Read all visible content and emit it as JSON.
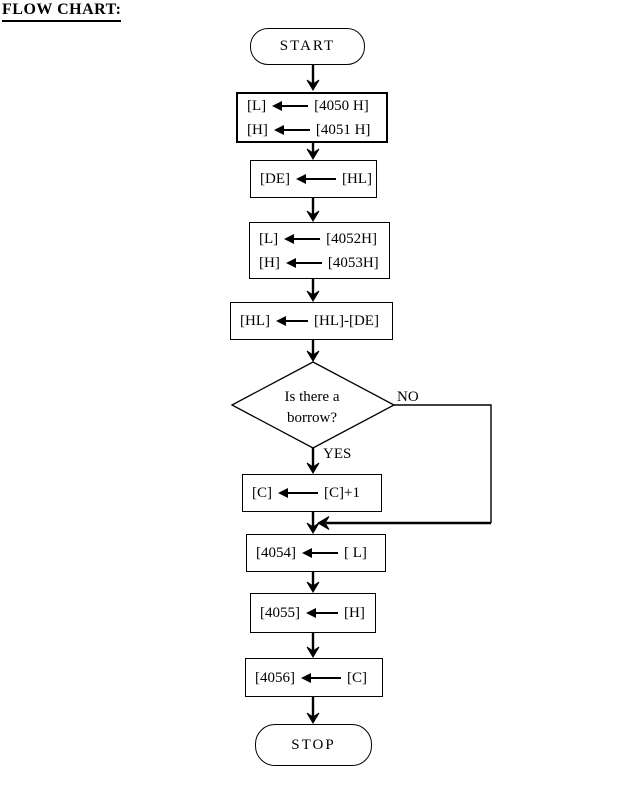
{
  "title": "FLOW CHART:",
  "terminals": {
    "start": "START",
    "stop": "STOP"
  },
  "boxes": [
    {
      "rows": [
        {
          "left": "[L]",
          "right": "[4050 H]"
        },
        {
          "left": "[H]",
          "right": "[4051 H]"
        }
      ]
    },
    {
      "rows": [
        {
          "left": "[DE]",
          "right": "[HL]"
        }
      ]
    },
    {
      "rows": [
        {
          "left": "[L]",
          "right": "[4052H]"
        },
        {
          "left": "[H]",
          "right": "[4053H]"
        }
      ]
    },
    {
      "rows": [
        {
          "left": "[HL]",
          "right": "[HL]-[DE]"
        }
      ]
    },
    {
      "rows": [
        {
          "left": "[C]",
          "right": "[C]+1"
        }
      ]
    },
    {
      "rows": [
        {
          "left": "[4054]",
          "right": "[ L]"
        }
      ]
    },
    {
      "rows": [
        {
          "left": "[4055]",
          "right": "[H]"
        }
      ]
    },
    {
      "rows": [
        {
          "left": "[4056]",
          "right": "[C]"
        }
      ]
    }
  ],
  "decision": {
    "line1": "Is there a",
    "line2": "borrow?",
    "no_label": "NO",
    "yes_label": "YES"
  },
  "colors": {
    "ink": "#000000",
    "background": "#ffffff"
  }
}
